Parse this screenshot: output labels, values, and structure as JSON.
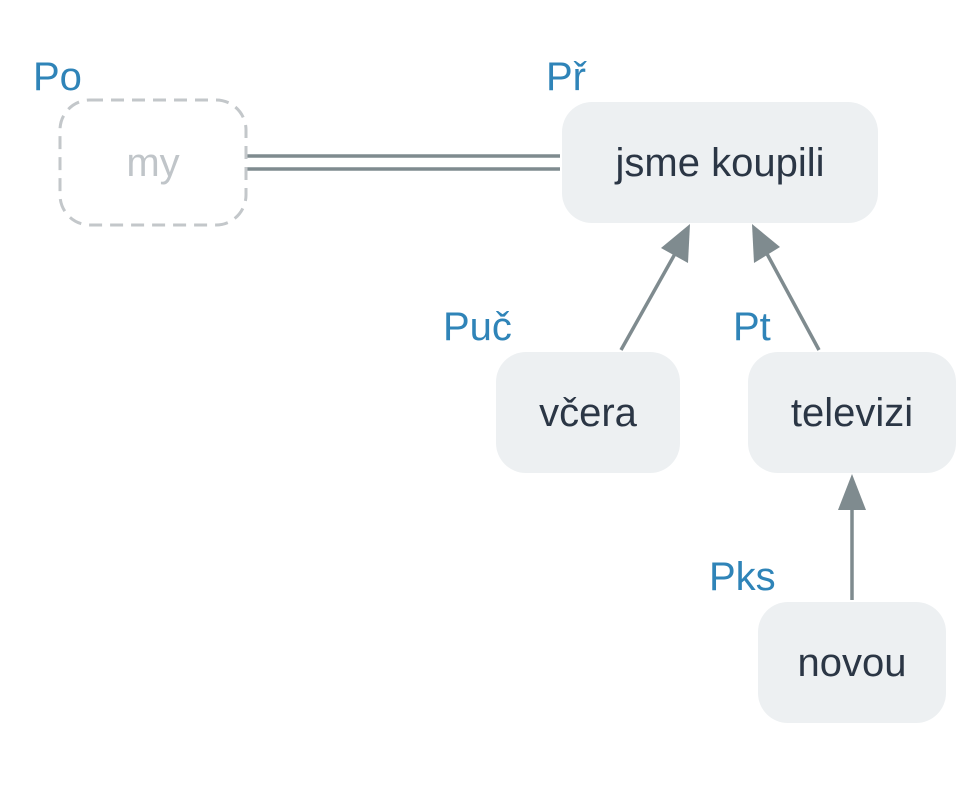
{
  "nodes": {
    "subject": {
      "word": "my",
      "role": "Po",
      "elided": true
    },
    "predicate": {
      "word": "jsme koupili",
      "role": "Př"
    },
    "adverbial_time": {
      "word": "včera",
      "role": "Puč"
    },
    "object": {
      "word": "televizi",
      "role": "Pt"
    },
    "attribute": {
      "word": "novou",
      "role": "Pks"
    }
  },
  "edges": [
    {
      "from": "subject",
      "to": "predicate",
      "kind": "double-line"
    },
    {
      "from": "adverbial_time",
      "to": "predicate",
      "kind": "arrow"
    },
    {
      "from": "object",
      "to": "predicate",
      "kind": "arrow"
    },
    {
      "from": "attribute",
      "to": "object",
      "kind": "arrow"
    }
  ]
}
